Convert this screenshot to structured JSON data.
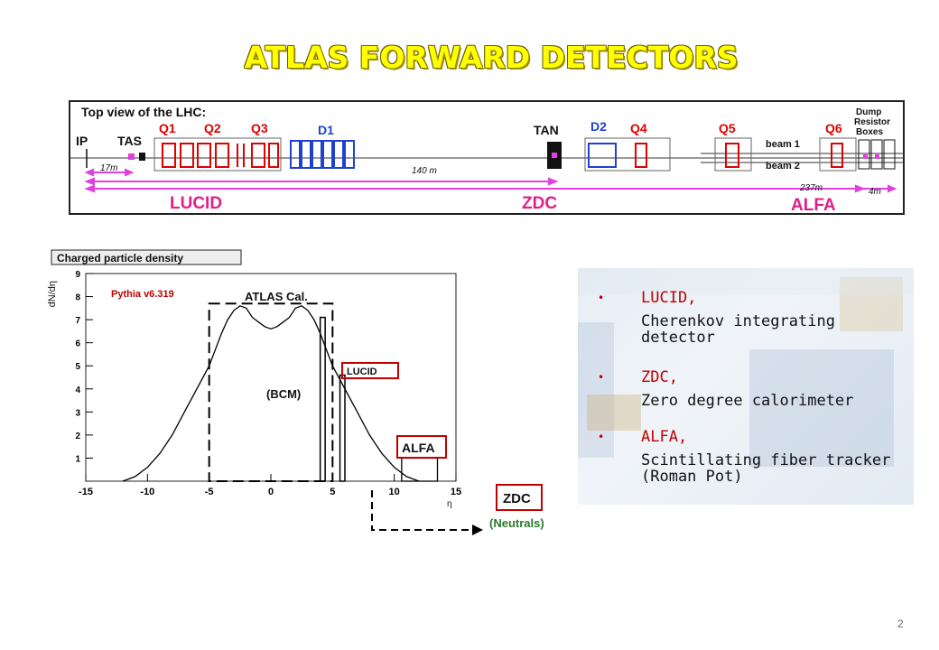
{
  "slide": {
    "title": "ATLAS FORWARD DETECTORS",
    "page_number": "2"
  },
  "lhc_diagram": {
    "heading": "Top view of the LHC:",
    "labels": {
      "ip": "IP",
      "tas": "TAS",
      "q1": "Q1",
      "q2": "Q2",
      "q3": "Q3",
      "d1": "D1",
      "tan": "TAN",
      "d2": "D2",
      "q4": "Q4",
      "q5": "Q5",
      "q6": "Q6",
      "dump_line1": "Dump",
      "dump_line2": "Resistor",
      "dump_line3": "Boxes",
      "beam1": "beam 1",
      "beam2": "beam 2",
      "dist_17": "17m",
      "dist_140": "140 m",
      "dist_237": "237m",
      "dist_4": "4m",
      "lucid": "LUCID",
      "zdc": "ZDC",
      "alfa": "ALFA"
    },
    "colors": {
      "magnet": "#e00000",
      "dipole": "#2040d0",
      "arrow": "#e040e0",
      "label": "#e0208a"
    }
  },
  "chart_data": {
    "type": "area",
    "title": "Charged particle density",
    "ylabel": "dN/dη",
    "xlabel": "η",
    "xlim": [
      -15,
      15
    ],
    "ylim": [
      0,
      9
    ],
    "xticks": [
      -15,
      -10,
      -5,
      0,
      5,
      10,
      15
    ],
    "yticks": [
      1,
      2,
      3,
      4,
      5,
      6,
      7,
      8,
      9
    ],
    "series": [
      {
        "x": [
          -12,
          -11,
          -10,
          -9,
          -8,
          -7,
          -6,
          -5,
          -4.5,
          -4,
          -3.5,
          -3,
          -2.5,
          -2,
          -1.5,
          -1,
          -0.5,
          0,
          0.5,
          1,
          1.5,
          2,
          2.5,
          3,
          3.5,
          4,
          4.5,
          5,
          6,
          7,
          8,
          9,
          10,
          11,
          12
        ],
        "values": [
          0,
          0.2,
          0.6,
          1.2,
          2.0,
          3.0,
          4.0,
          5.0,
          5.7,
          6.4,
          7.0,
          7.4,
          7.6,
          7.5,
          7.1,
          6.9,
          6.7,
          6.6,
          6.7,
          6.9,
          7.1,
          7.5,
          7.6,
          7.4,
          7.0,
          6.4,
          5.7,
          5.0,
          4.0,
          3.0,
          2.0,
          1.2,
          0.6,
          0.2,
          0
        ]
      }
    ],
    "annotations": {
      "generator": "Pythia v6.319",
      "atlas_cal": "ATLAS Cal.",
      "bcm": "(BCM)",
      "lucid": "LUCID",
      "alfa": "ALFA",
      "zdc": "ZDC",
      "neutrals": "(Neutrals)"
    },
    "regions": {
      "atlas_cal": {
        "x": [
          -5,
          5
        ],
        "y_top": 7.7
      },
      "bcm_bar": {
        "x": [
          4.0,
          4.4
        ],
        "y_top": 7.1
      },
      "lucid_bar": {
        "x": [
          5.6,
          6.0
        ],
        "y_top": 4.6
      },
      "alfa_box": {
        "x": [
          10.6,
          13.5
        ],
        "y_top": 1.0
      }
    },
    "colors": {
      "annotation": "#c00000",
      "generator": "#c00000",
      "line": "#000000"
    }
  },
  "detectors": [
    {
      "name": "LUCID,",
      "description": "Cherenkov integrating detector"
    },
    {
      "name": "ZDC,",
      "description": "Zero degree calorimeter"
    },
    {
      "name": "ALFA,",
      "description": "Scintillating fiber tracker (Roman Pot)"
    }
  ],
  "bullet_symbol": "•"
}
